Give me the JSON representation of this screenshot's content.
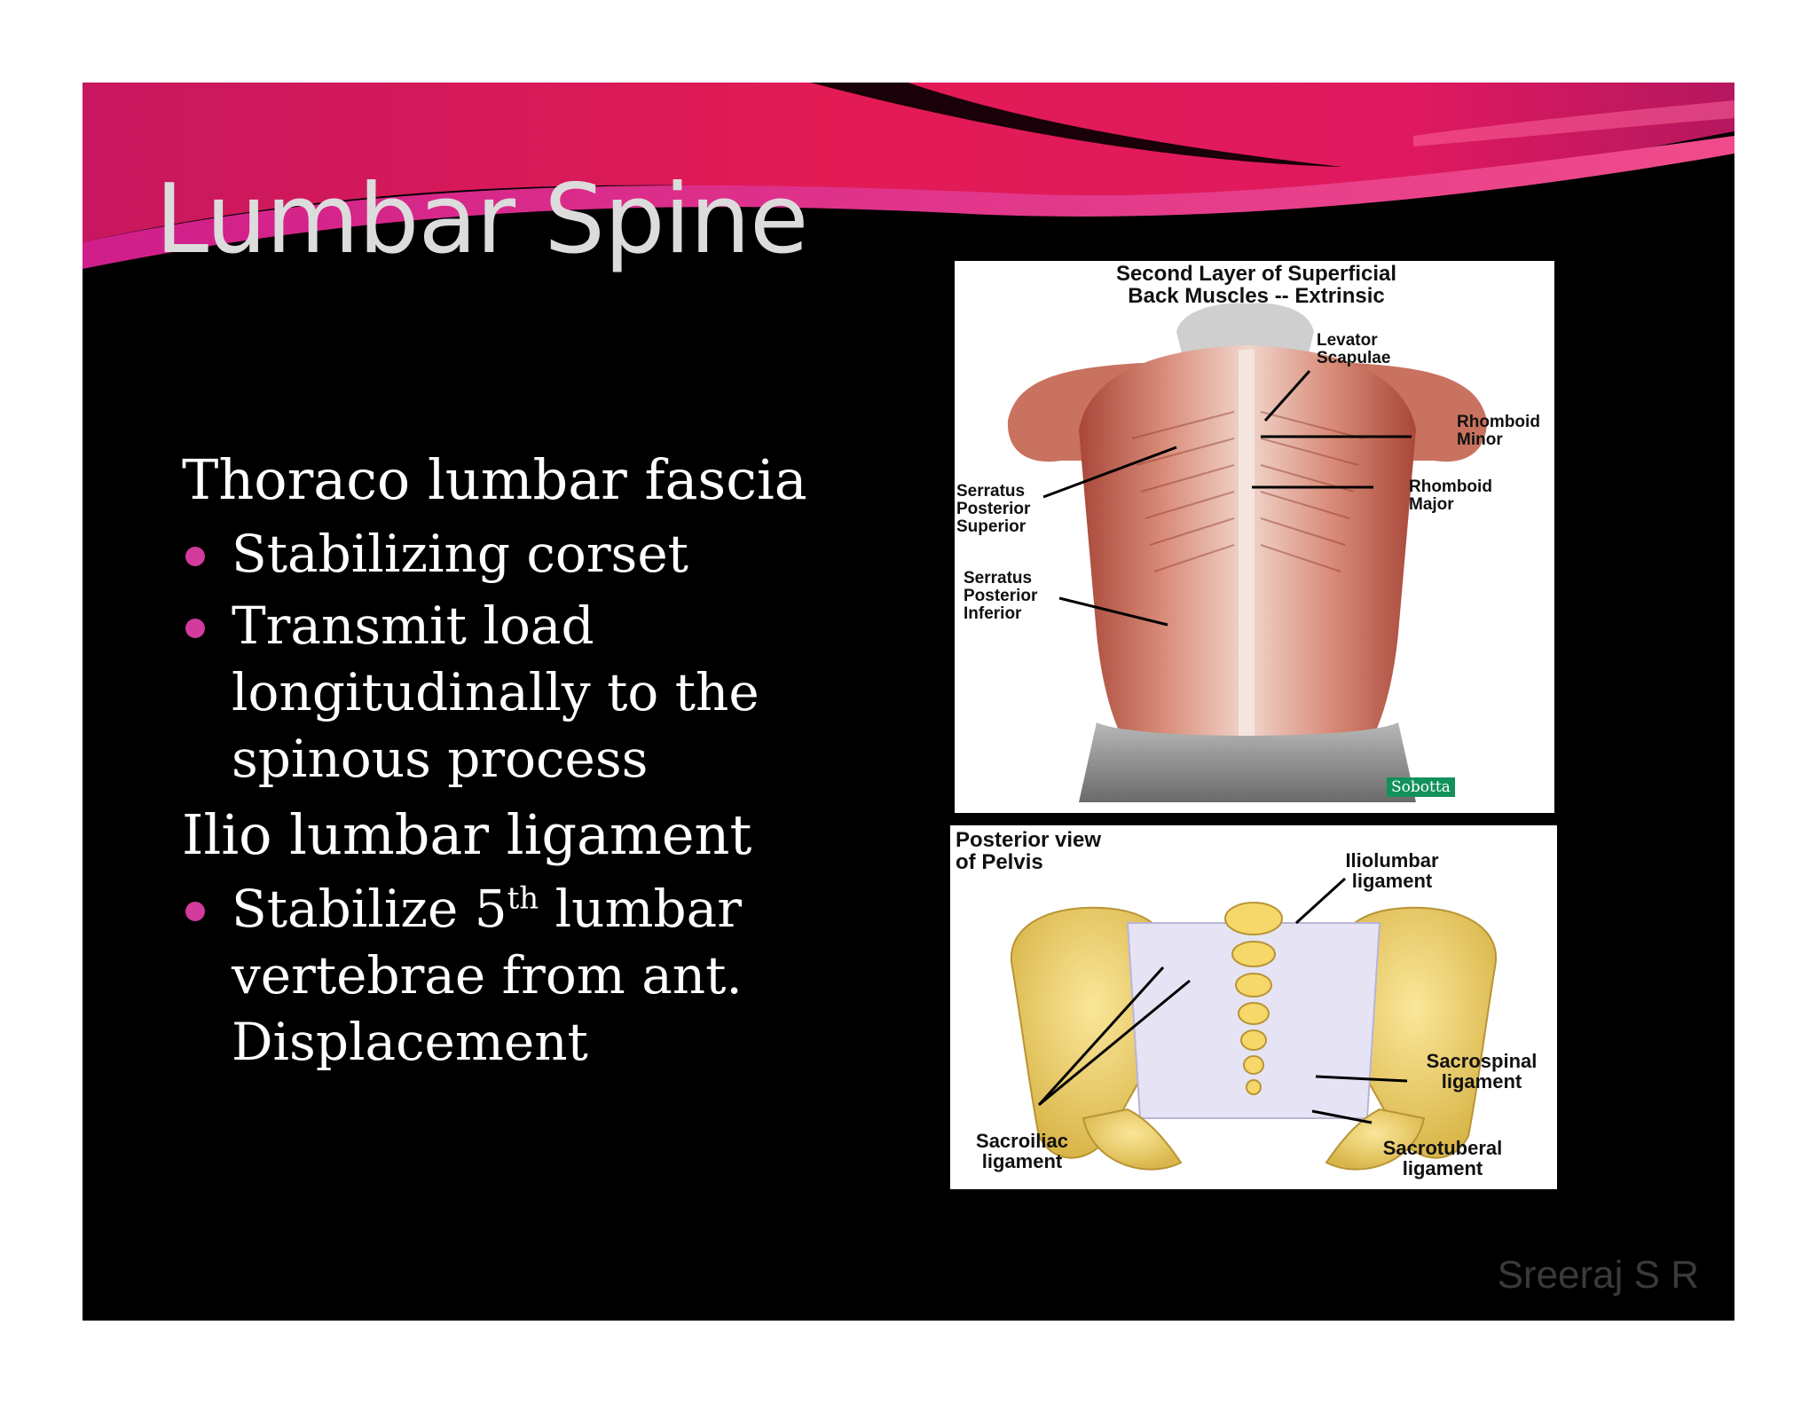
{
  "slide": {
    "title": "Lumbar Spine",
    "credit": "Sreeraj S R",
    "colors": {
      "background": "#000000",
      "accent": "#d23a9b",
      "wave": "#e0195f"
    }
  },
  "bullets": {
    "item1": {
      "heading": "Thoraco lumbar fascia",
      "sub1": "Stabilizing corset",
      "sub2_line1": "Transmit load",
      "sub2_line2": "longitudinally to the",
      "sub2_line3": "spinous process"
    },
    "item2": {
      "heading": "Ilio lumbar ligament",
      "sub1_a": "Stabilize 5",
      "sub1_sup": "th",
      "sub1_b": " lumbar",
      "sub1_line2": "vertebrae from ant.",
      "sub1_line3": "Displacement"
    }
  },
  "figure_back": {
    "title_line1": "Second Layer of Superficial",
    "title_line2": "Back Muscles -- Extrinsic",
    "labels": {
      "levator_1": "Levator",
      "levator_2": "Scapulae",
      "rminor_1": "Rhomboid",
      "rminor_2": "Minor",
      "rmajor_1": "Rhomboid",
      "rmajor_2": "Major",
      "sps_1": "Serratus",
      "sps_2": "Posterior",
      "sps_3": "Superior",
      "spi_1": "Serratus",
      "spi_2": "Posterior",
      "spi_3": "Inferior"
    },
    "source": "Sobotta"
  },
  "figure_pelvis": {
    "title_line1": "Posterior view",
    "title_line2": "of Pelvis",
    "labels": {
      "iliolumbar_1": "Iliolumbar",
      "iliolumbar_2": "ligament",
      "sacrospinal_1": "Sacrospinal",
      "sacrospinal_2": "ligament",
      "sacroiliac_1": "Sacroiliac",
      "sacroiliac_2": "ligament",
      "sacrotuberal_1": "Sacrotuberal",
      "sacrotuberal_2": "ligament"
    }
  }
}
